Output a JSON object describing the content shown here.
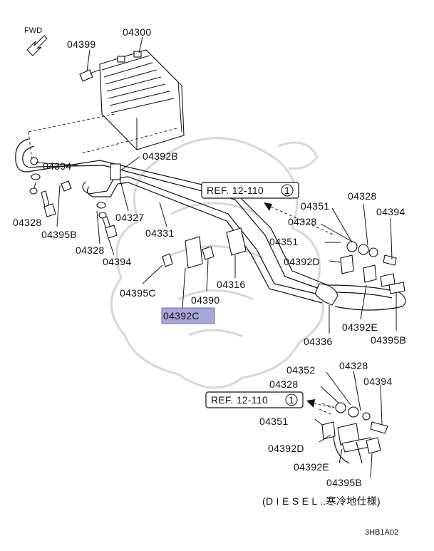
{
  "direction_label": "FWD",
  "part_labels": {
    "p04300": "04300",
    "p04399": "04399",
    "p04392B": "04392B",
    "p04394_a": "04394",
    "p04328_a": "04328",
    "p04395B_a": "04395B",
    "p04327": "04327",
    "p04331": "04331",
    "p04328_b": "04328",
    "p04394_b": "04394",
    "p04395C": "04395C",
    "p04390": "04390",
    "p04316": "04316",
    "p04392C": "04392C",
    "p04351_a": "04351",
    "p04328_c": "04328",
    "p04328_d": "04328",
    "p04394_c": "04394",
    "p04351_b": "04351",
    "p04392D_a": "04392D",
    "p04392E_a": "04392E",
    "p04336": "04336",
    "p04395B_b": "04395B",
    "p04352": "04352",
    "p04328_e": "04328",
    "p04328_f": "04328",
    "p04394_d": "04394",
    "p04351_c": "04351",
    "p04392D_b": "04392D",
    "p04392E_b": "04392E",
    "p04395B_c": "04395B"
  },
  "refs": {
    "ref_upper": "REF. 12-110",
    "ref_upper_num": "1",
    "ref_lower": "REF. 12-110",
    "ref_lower_num": "1"
  },
  "highlighted_part": "04392C",
  "diesel_note": "(D I E S E L ..寒冷地仕様)",
  "diagram_code": "3HB1A02"
}
